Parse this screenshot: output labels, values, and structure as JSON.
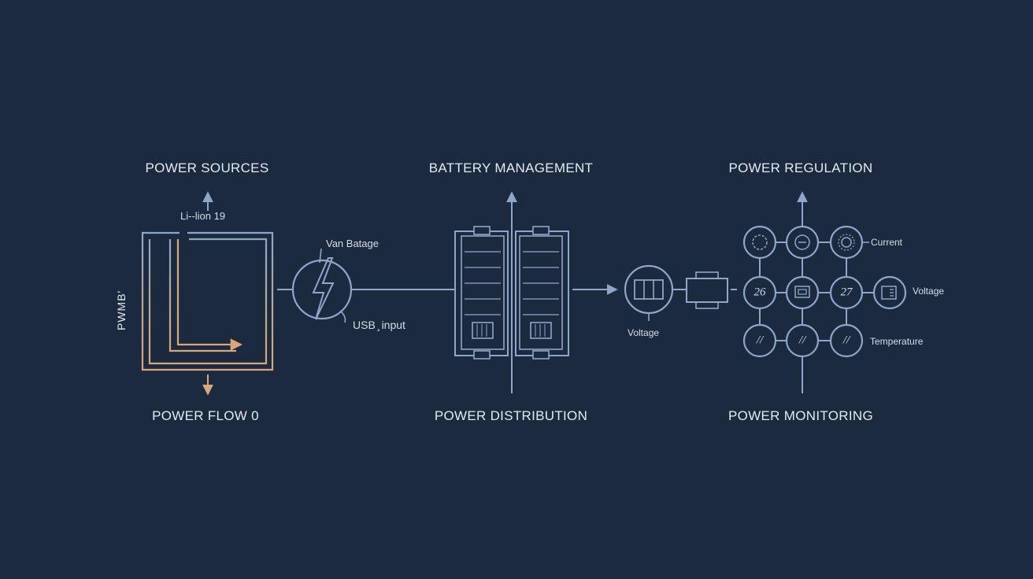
{
  "colors": {
    "background": "#1c2a40",
    "line": "#8fa6c9",
    "accent": "#d9a87a",
    "text": "#e4e9f2"
  },
  "sections": {
    "power_sources": "POWER SOURCES",
    "battery_management": "BATTERY MANAGEMENT",
    "power_regulation": "POWER REGULATION",
    "power_flow": "POWER FLOW 0",
    "power_distribution": "POWER DISTRIBUTION",
    "power_monitoring": "POWER MONITORING"
  },
  "labels": {
    "li_ion": "Li--lion 19",
    "vertical_side": "PWMB'",
    "van_batage": "Van Batage",
    "usb_input": "USB ̧ input",
    "voltage_mid": "Voltage",
    "current": "Current",
    "voltage_right": "Voltage",
    "temperature": "Temperature"
  },
  "nodes": {
    "n26": "26",
    "n27": "27",
    "slash1": "//",
    "slash2": "//",
    "slash3": "//"
  },
  "icons": [
    "lightning-icon",
    "battery-cell-icon",
    "connector-icon",
    "gear-icon",
    "minus-circle-icon",
    "sun-icon",
    "chip-icon",
    "meter-icon"
  ]
}
